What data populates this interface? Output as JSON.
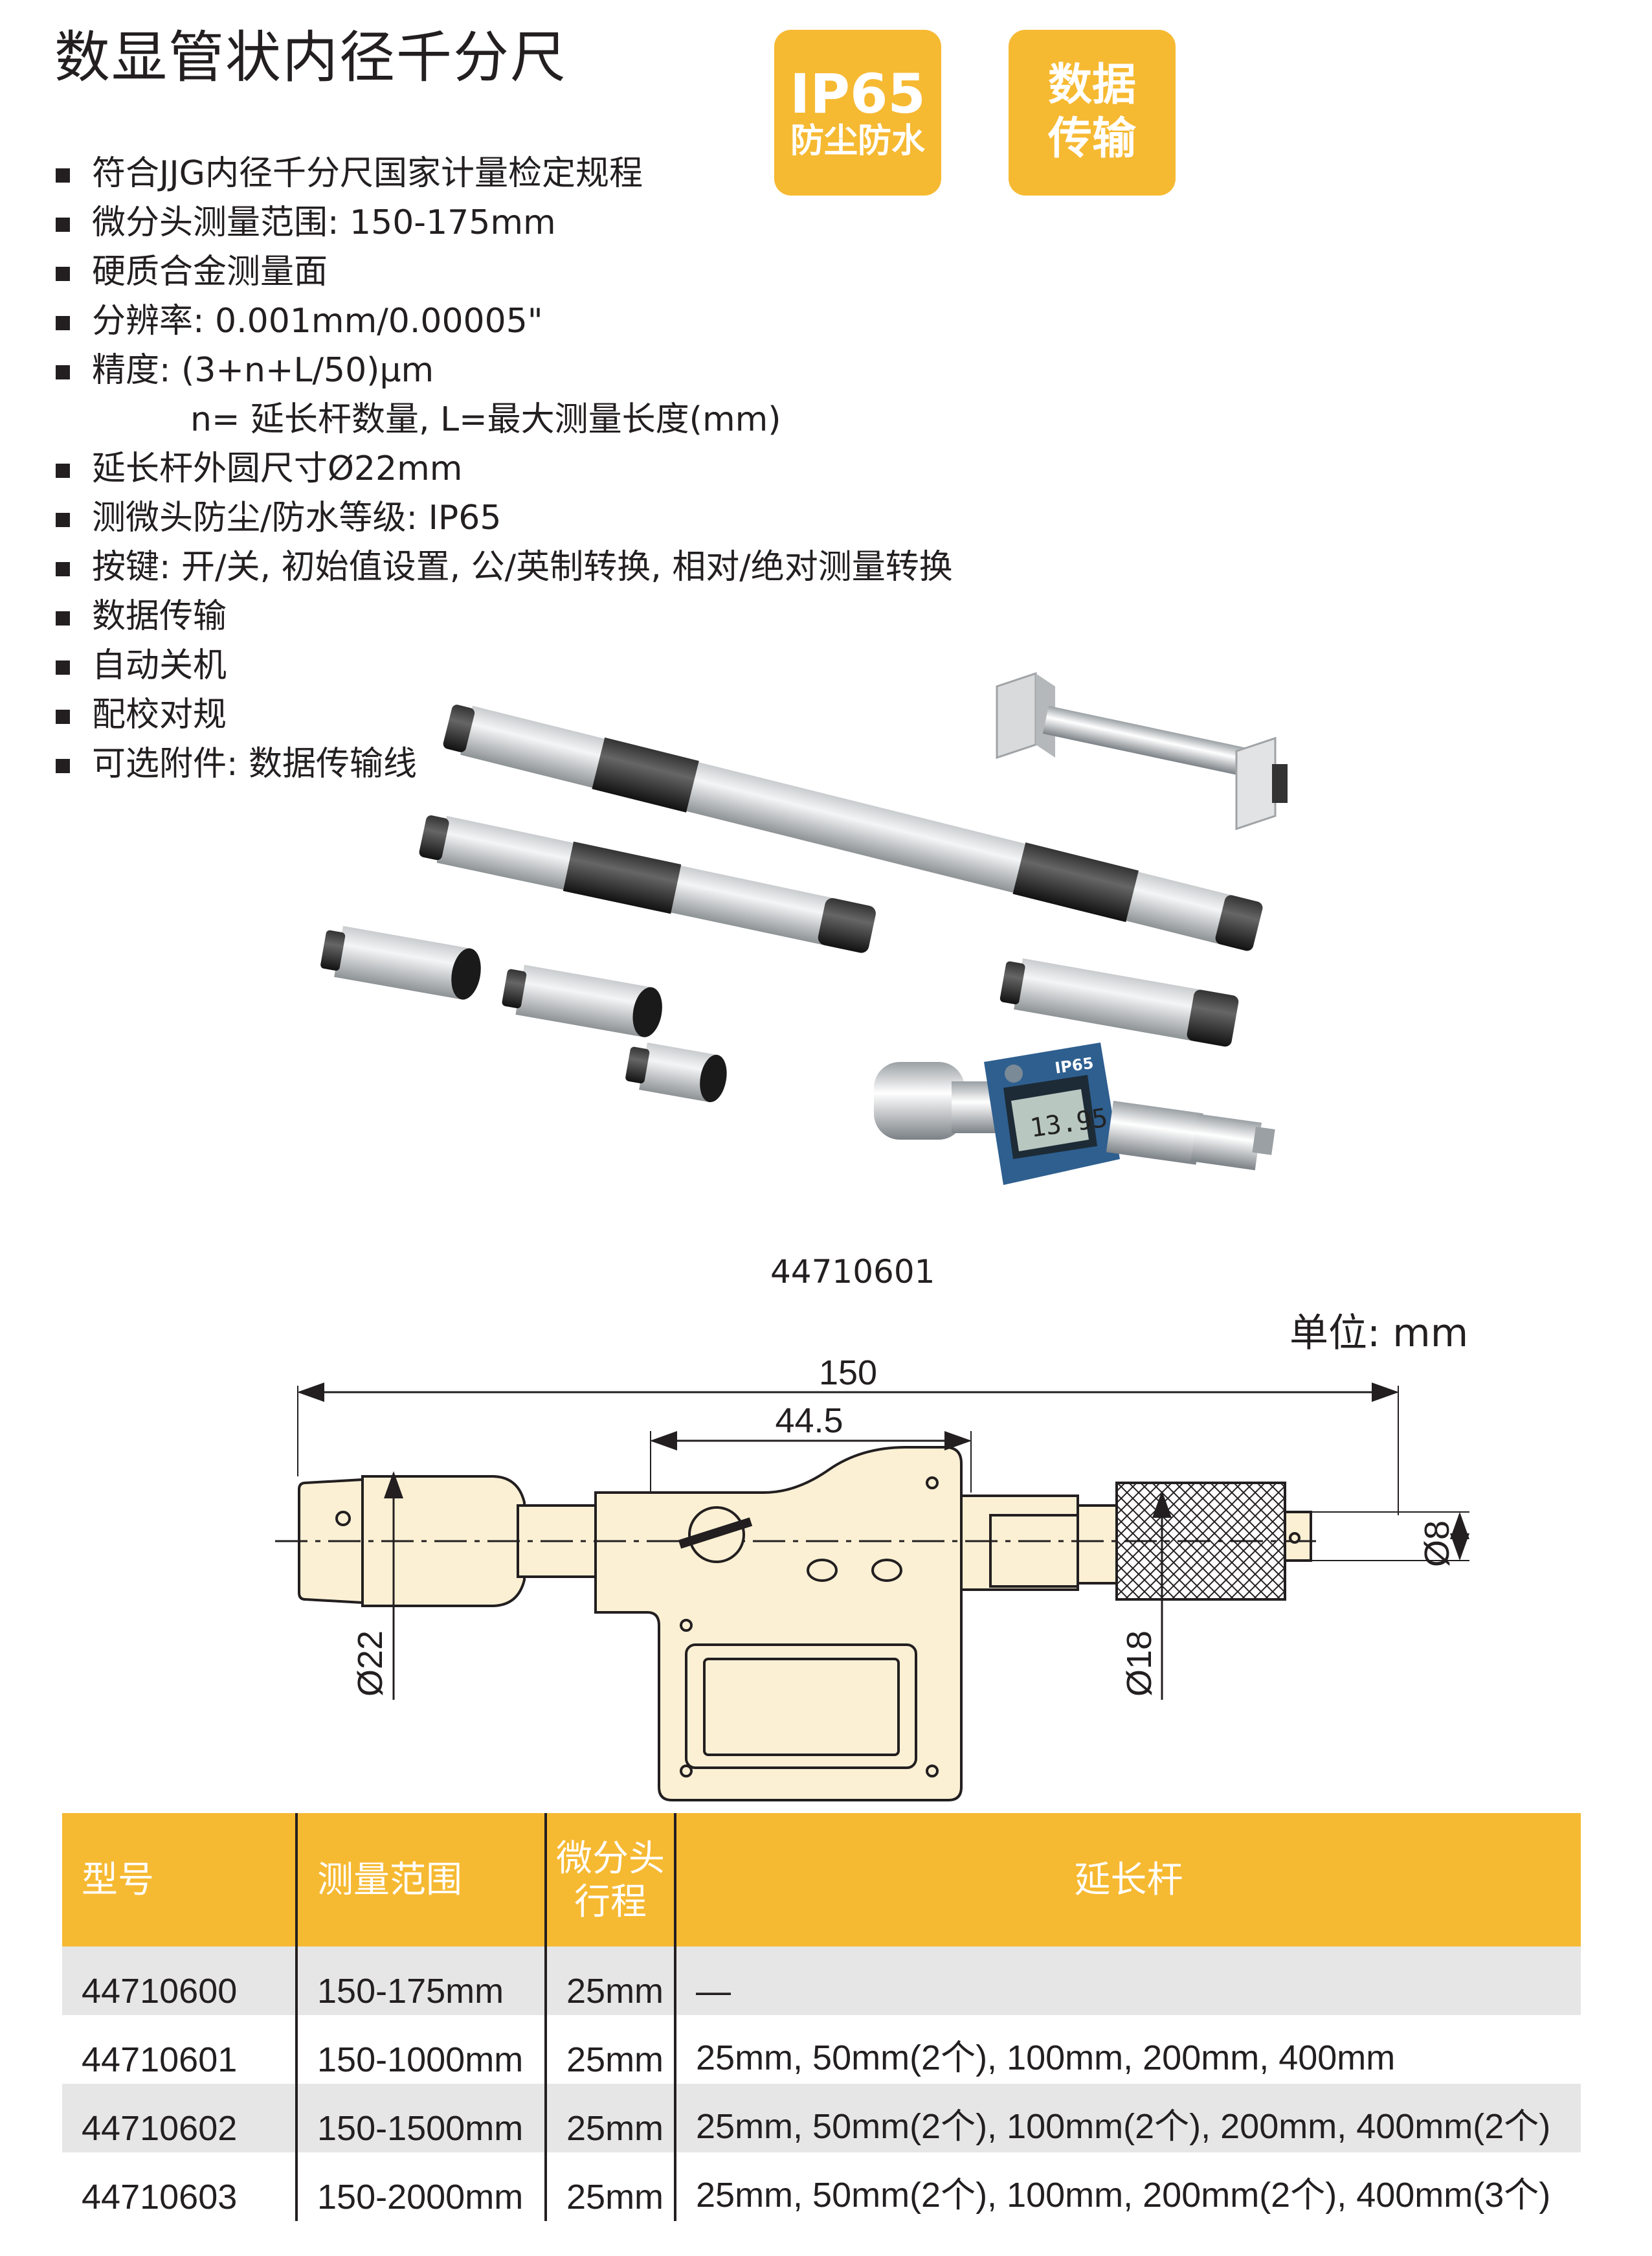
{
  "title": "数显管状内径千分尺",
  "badges": {
    "ip65": {
      "big": "IP65",
      "small": "防尘防水"
    },
    "data": {
      "line1": "数据",
      "line2": "传输"
    }
  },
  "features": [
    "符合JJG内径千分尺国家计量检定规程",
    "微分头测量范围: 150-175mm",
    "硬质合金测量面",
    "分辨率: 0.001mm/0.00005\"",
    "精度: (3+n+L/50)μm",
    "n= 延长杆数量, L=最大测量长度(mm)",
    "延长杆外圆尺寸Ø22mm",
    "测微头防尘/防水等级: IP65",
    "按键: 开/关, 初始值设置, 公/英制转换, 相对/绝对测量转换",
    "数据传输",
    "自动关机",
    "配校对规",
    "可选附件: 数据传输线"
  ],
  "product_photo": {
    "label": "44710601",
    "lcd_reading": "13.95",
    "lcd_badge": "IP65"
  },
  "drawing": {
    "unit_label": "单位: mm",
    "dim_total": "150",
    "dim_body": "44.5",
    "dim_d22": "Ø22",
    "dim_d18": "Ø18",
    "dim_d8": "Ø8"
  },
  "table": {
    "headers": [
      "型号",
      "测量范围",
      "微分头\n行程",
      "延长杆"
    ],
    "header_col3_line1": "微分头",
    "header_col3_line2": "行程",
    "rows": [
      {
        "model": "44710600",
        "range": "150-175mm",
        "stroke": "25mm",
        "rods": "—"
      },
      {
        "model": "44710601",
        "range": "150-1000mm",
        "stroke": "25mm",
        "rods": "25mm, 50mm(2个), 100mm, 200mm, 400mm"
      },
      {
        "model": "44710602",
        "range": "150-1500mm",
        "stroke": "25mm",
        "rods": "25mm, 50mm(2个), 100mm(2个), 200mm, 400mm(2个)"
      },
      {
        "model": "44710603",
        "range": "150-2000mm",
        "stroke": "25mm",
        "rods": "25mm, 50mm(2个), 100mm, 200mm(2个), 400mm(3个)"
      }
    ]
  },
  "colors": {
    "accent": "#f6b932",
    "drawing_fill": "#fbf0d4",
    "row_shade": "#e6e6e6",
    "text": "#231f20"
  }
}
